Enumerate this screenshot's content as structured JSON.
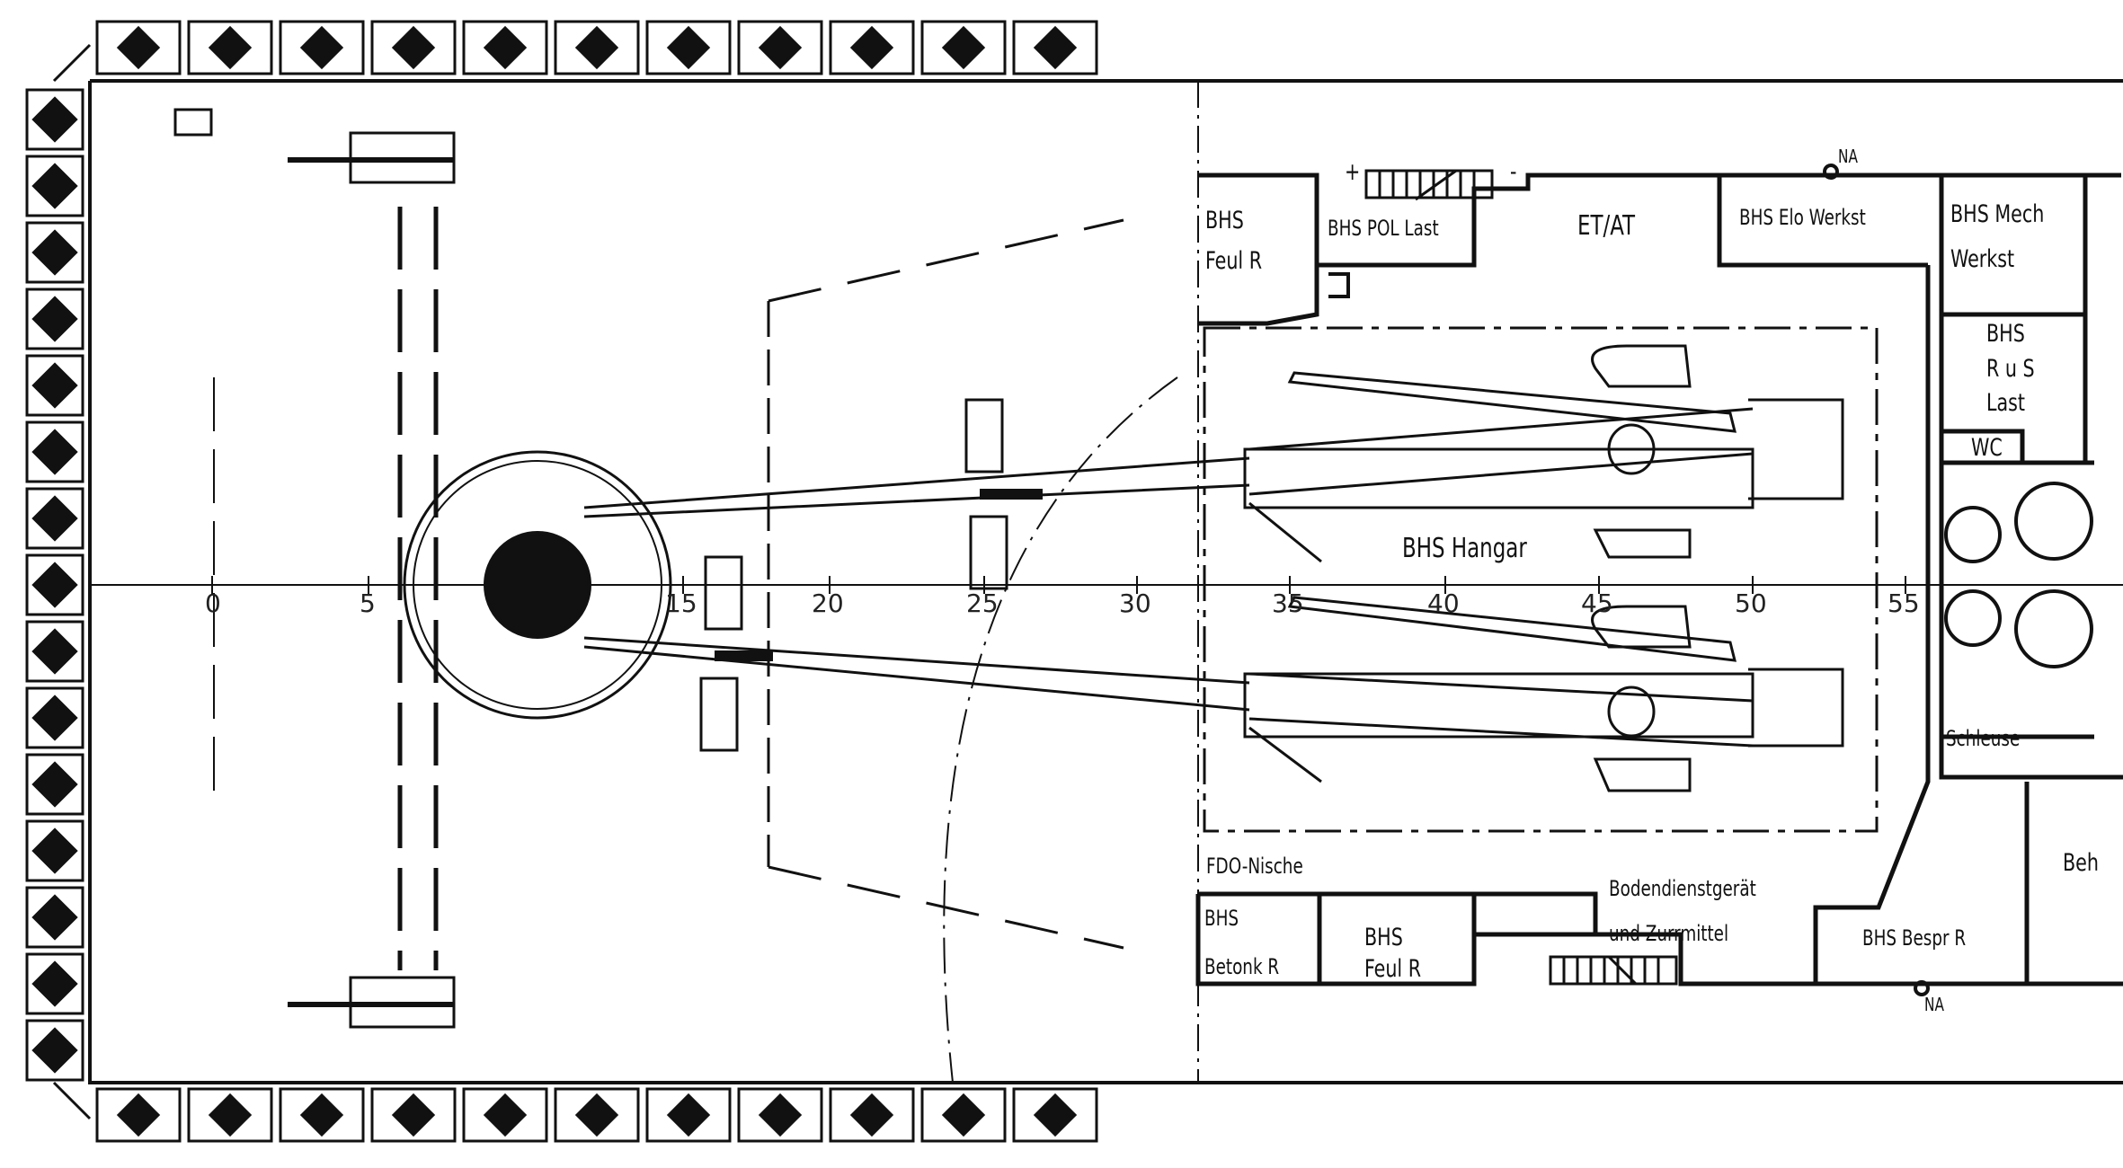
{
  "title": "Flugdeck und Hangar – Decksplan",
  "rooms": {
    "feul_top_1": "BHS",
    "feul_top_2": "Feul R",
    "pol_last": "BHS POL Last",
    "et_at": "ET/AT",
    "elo_werkst": "BHS Elo Werkst",
    "mech_1": "BHS Mech",
    "mech_2": "Werkst",
    "rus_1": "BHS",
    "rus_2": "R u S",
    "rus_3": "Last",
    "wc": "WC",
    "hangar": "BHS Hangar",
    "schleuse": "Schleuse",
    "fdo": "FDO-Nische",
    "betonk_1": "BHS",
    "betonk_2": "Betonk R",
    "feul_bot_1": "BHS",
    "feul_bot_2": "Feul R",
    "boden_1": "Bodendienstgerät",
    "boden_2": "und Zurrmittel",
    "bespr": "BHS Bespr R",
    "beh": "Beh"
  },
  "markers": {
    "na_top": "NA",
    "na_bottom": "NA",
    "plus": "+",
    "minus": "-"
  },
  "scale_ticks": [
    "0",
    "5",
    "15",
    "20",
    "25",
    "30",
    "35",
    "40",
    "45",
    "50",
    "55"
  ],
  "colors": {
    "ink": "#111111",
    "paper": "#ffffff"
  }
}
